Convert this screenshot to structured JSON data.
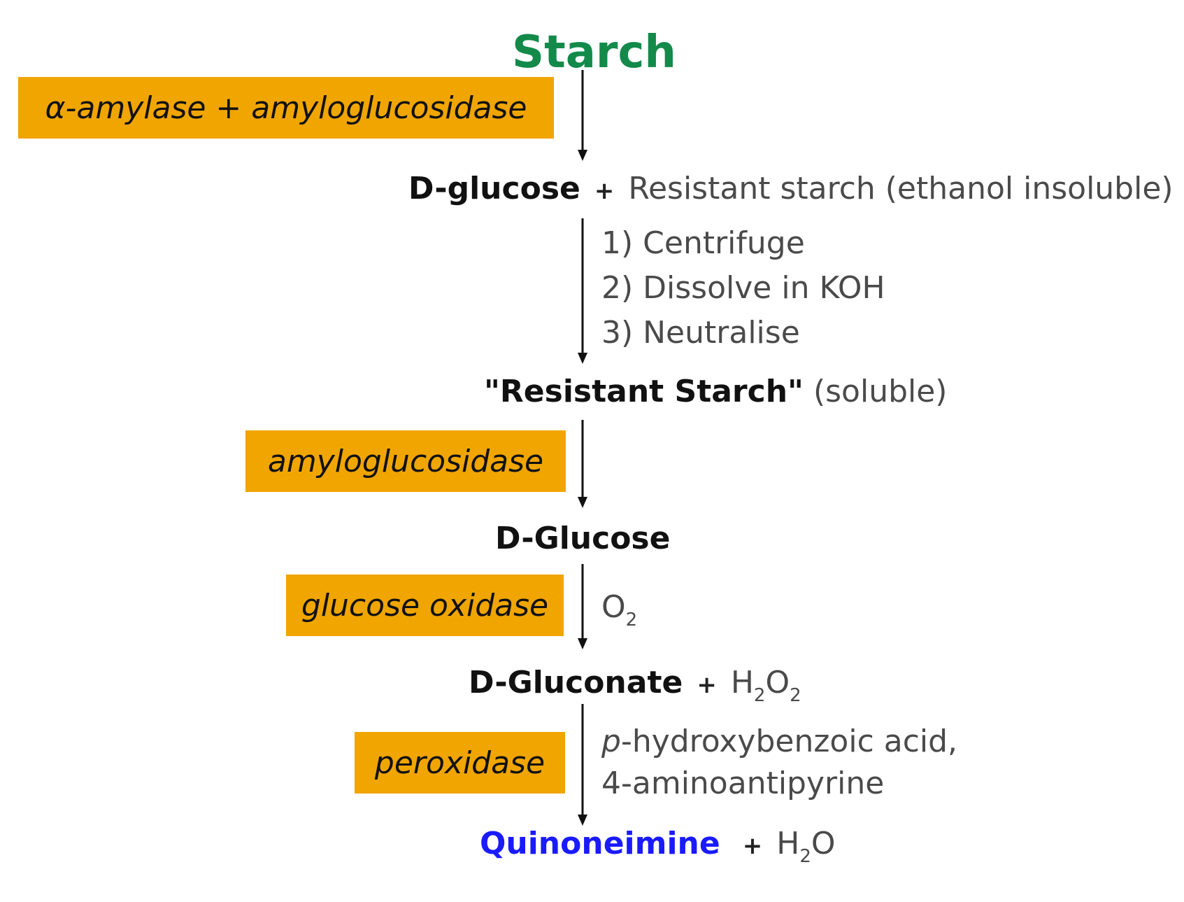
{
  "nodes": {
    "starch": "Starch",
    "d_glucose_1": "D-glucose",
    "plus": "+",
    "resistant_insoluble": "Resistant starch (ethanol insoluble)",
    "resistant_soluble_bold": "\"Resistant Starch\"",
    "resistant_soluble_light": "(soluble)",
    "d_glucose_2": "D-Glucose",
    "d_gluconate": "D-Gluconate",
    "h2o2_h": "H",
    "h2o2_sub1": "2",
    "h2o2_o": "O",
    "h2o2_sub2": "2",
    "quinoneimine": "Quinoneimine",
    "h2o_h": "H",
    "h2o_sub": "2",
    "h2o_o": "O"
  },
  "enzymes": {
    "amylase_combo": "α-amylase + amyloglucosidase",
    "amyloglucosidase": "amyloglucosidase",
    "glucose_oxidase": "glucose oxidase",
    "peroxidase": "peroxidase"
  },
  "steps": {
    "step1": "1) Centrifuge",
    "step2": "2) Dissolve in KOH",
    "step3": "3) Neutralise",
    "o2_o": "O",
    "o2_sub": "2",
    "reagent_p": "p",
    "reagent_line1_rest": "-hydroxybenzoic acid,",
    "reagent_line2": "4-aminoantipyrine"
  },
  "colors": {
    "starch": "#138a4a",
    "quinoneimine": "#1a1aff",
    "enzyme_box": "#f0a500"
  }
}
